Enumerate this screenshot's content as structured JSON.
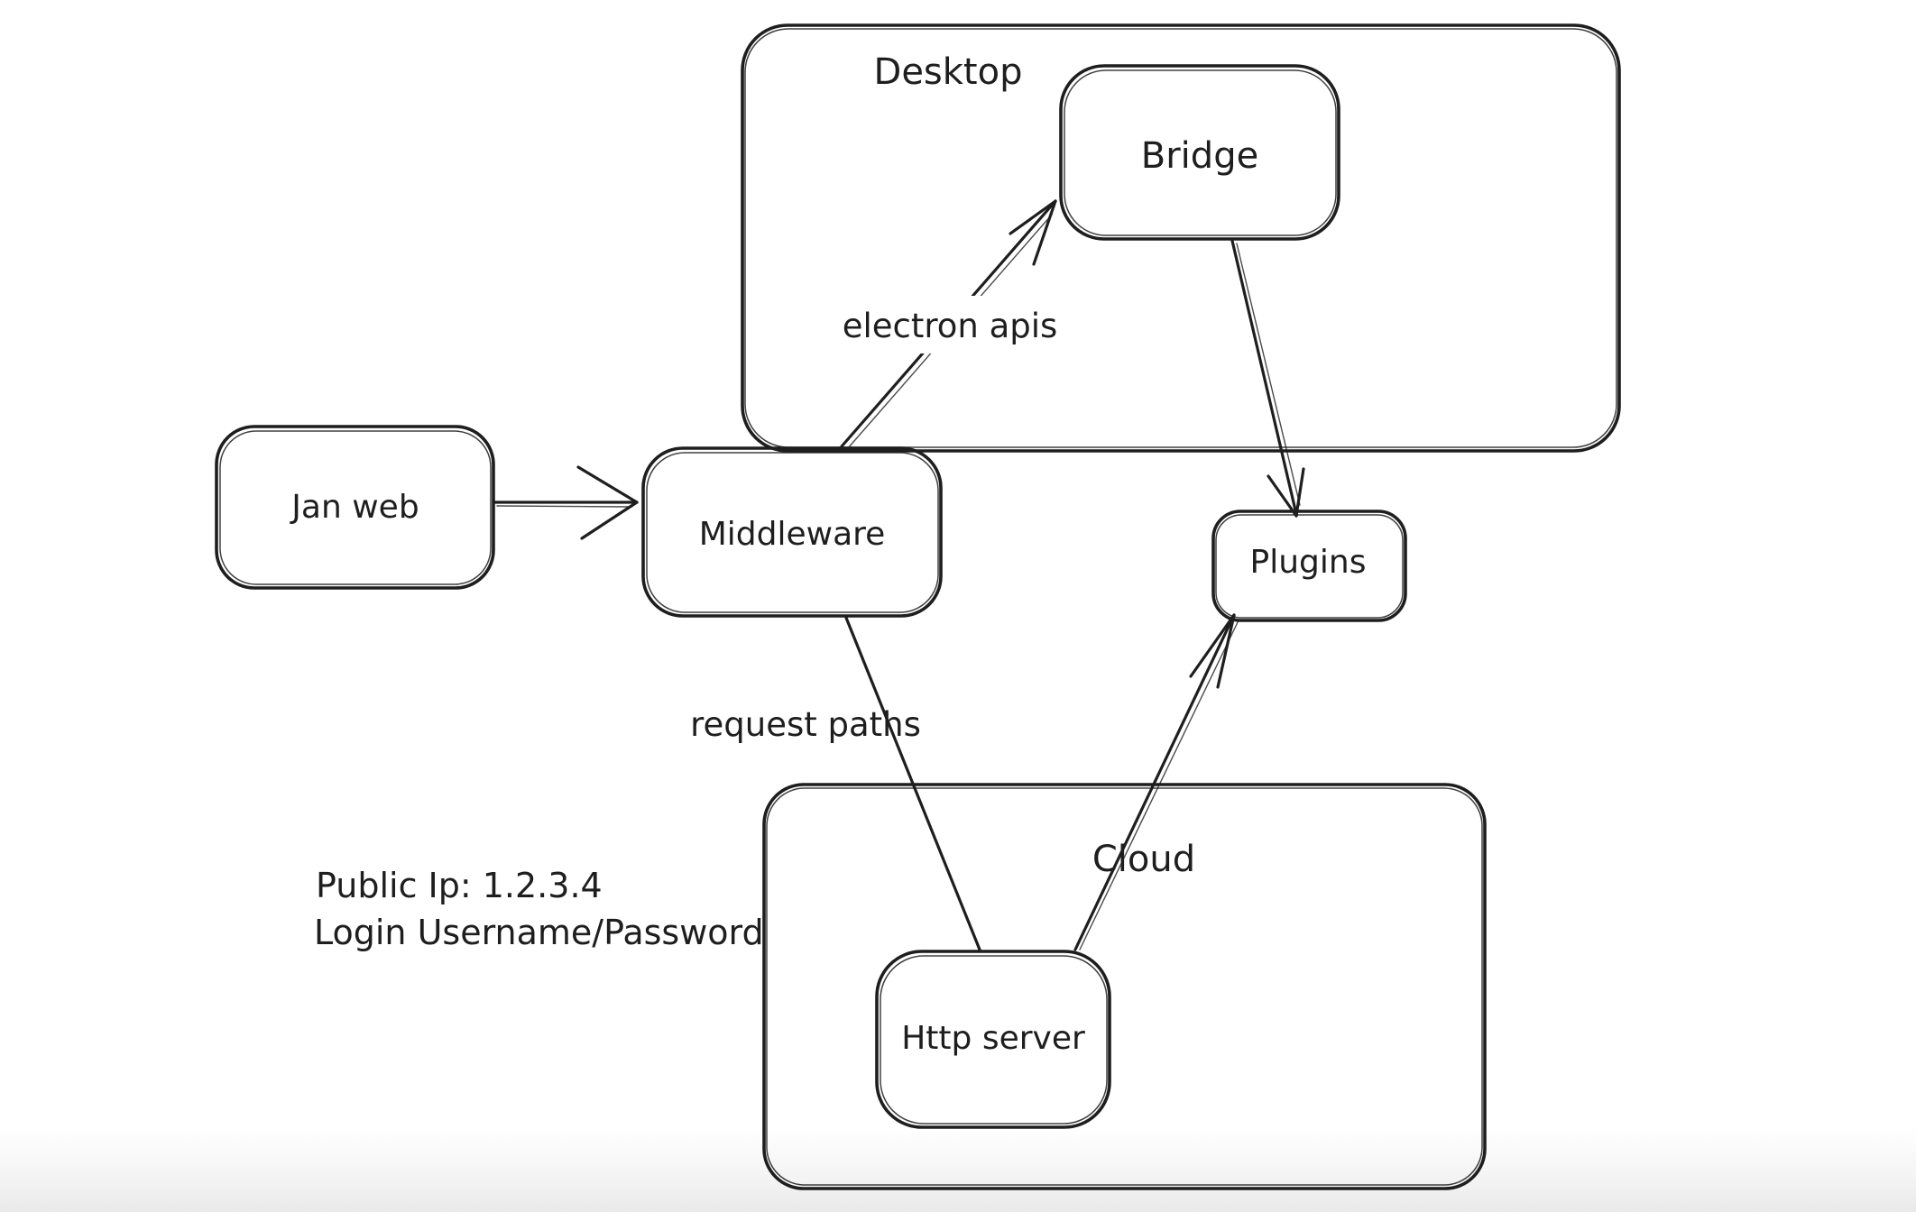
{
  "canvas": {
    "background": "#ffffff",
    "bottom_fade": "#e9e9e9",
    "stroke_color": "#1e1e1e"
  },
  "containers": [
    {
      "id": "desktop",
      "label": "Desktop"
    },
    {
      "id": "cloud",
      "label": "Cloud"
    }
  ],
  "nodes": [
    {
      "id": "jan-web",
      "label": "Jan web"
    },
    {
      "id": "middleware",
      "label": "Middleware"
    },
    {
      "id": "bridge",
      "label": "Bridge"
    },
    {
      "id": "plugins",
      "label": "Plugins"
    },
    {
      "id": "http-server",
      "label": "Http server"
    }
  ],
  "edges": [
    {
      "id": "jan-web-to-middleware",
      "from": "jan-web",
      "to": "middleware",
      "label": ""
    },
    {
      "id": "middleware-to-bridge",
      "from": "middleware",
      "to": "bridge",
      "label": "electron apis"
    },
    {
      "id": "bridge-to-plugins",
      "from": "bridge",
      "to": "plugins",
      "label": ""
    },
    {
      "id": "middleware-to-http-server",
      "from": "middleware",
      "to": "http-server",
      "label": "request paths"
    },
    {
      "id": "http-server-to-plugins",
      "from": "http-server",
      "to": "plugins",
      "label": ""
    }
  ],
  "annotation": {
    "line1": "Public Ip: 1.2.3.4",
    "line2": "Login Username/Password"
  }
}
